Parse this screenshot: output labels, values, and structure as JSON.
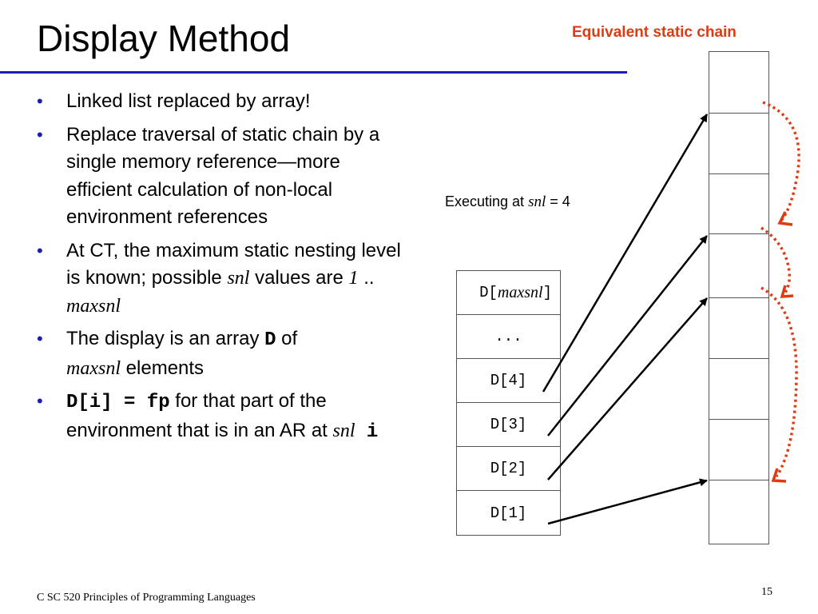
{
  "slide": {
    "title": "Display Method",
    "chain_label": "Equivalent static chain",
    "footer": "C SC 520 Principles of Programming Languages",
    "page_number": "15",
    "accent_color": "#1c1cb8",
    "chain_color": "#e03a12"
  },
  "bullets": {
    "b1": {
      "text": "Linked list replaced by array!"
    },
    "b2": {
      "text": "Replace traversal of static chain by a single memory reference—more efficient calculation of non-local environment references"
    },
    "b3": {
      "t1": "At CT, the maximum static nesting level is known; possible ",
      "t2": "snl",
      "t3": " values are ",
      "t4": "1",
      "t5": " .. ",
      "t6": "maxsnl"
    },
    "b4": {
      "t1": "The display is an array ",
      "t2": "D",
      "t3": " of ",
      "t4": "maxsnl",
      "t5": " elements"
    },
    "b5": {
      "t1": "D[i] = fp",
      "t2": " for that part of the environment that is in an AR at ",
      "t3": "snl",
      "t4": " i"
    }
  },
  "executing": {
    "prefix": "Executing at ",
    "var": "snl",
    "suffix": " = 4"
  },
  "display_array": {
    "header": {
      "open": "D[",
      "name": "maxsnl",
      "close": "]"
    },
    "cells": [
      "...",
      "D[4]",
      "D[3]",
      "D[2]",
      "D[1]"
    ]
  },
  "stack": {
    "frame_count": 8
  }
}
